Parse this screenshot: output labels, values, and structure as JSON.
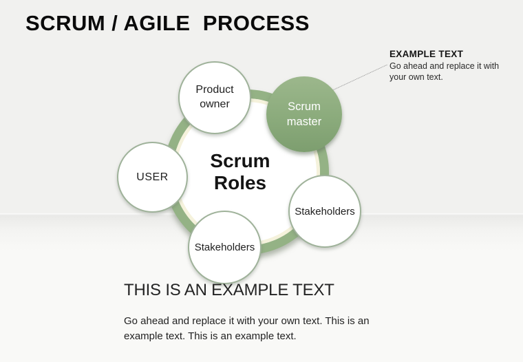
{
  "title": "SCRUM / AGILE  PROCESS",
  "colors": {
    "background_top": "#f1f1ef",
    "background_bottom": "#f9f9f7",
    "ring_green": "#94b285",
    "node_green": "#8bab7c",
    "node_green_dark": "#7d9e6f",
    "circle_border": "#9fb29a",
    "text_dark": "#141414",
    "connector_gray": "#8d8d8d",
    "node_fill_white": "#ffffff"
  },
  "diagram": {
    "hub": {
      "label": "Scrum Roles"
    },
    "nodes": [
      {
        "id": "product-owner",
        "label": "Product owner",
        "variant": "light"
      },
      {
        "id": "scrum-master",
        "label": "Scrum master",
        "variant": "green"
      },
      {
        "id": "user",
        "label": "USER",
        "variant": "light"
      },
      {
        "id": "stakeholders-right",
        "label": "Stakeholders",
        "variant": "light"
      },
      {
        "id": "stakeholders-bottom",
        "label": "Stakeholders",
        "variant": "light"
      }
    ]
  },
  "callout": {
    "heading": "EXAMPLE TEXT",
    "body": "Go ahead and replace it with your own text."
  },
  "footer": {
    "heading": "THIS IS AN EXAMPLE TEXT",
    "body": "Go ahead and replace it with your own text. This is an example text. This is an example text."
  }
}
